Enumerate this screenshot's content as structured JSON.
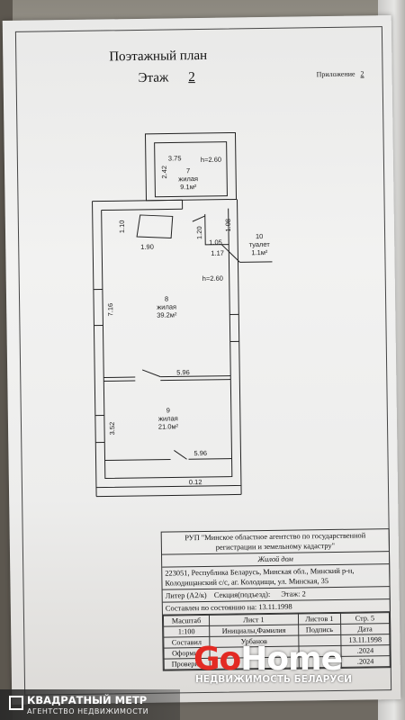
{
  "header": {
    "title": "Поэтажный план",
    "floor_label": "Этаж",
    "floor_value": "2",
    "appendix_label": "Приложение",
    "appendix_value": "2"
  },
  "rooms": [
    {
      "num": "7",
      "name": "жилая",
      "area": "9.1м²",
      "height": "h=2.60"
    },
    {
      "num": "8",
      "name": "жилая",
      "area": "39.2м²",
      "height": "h=2.60"
    },
    {
      "num": "9",
      "name": "жилая",
      "area": "21.0м²"
    },
    {
      "num": "10",
      "name": "туалет",
      "area": "1.1м²"
    }
  ],
  "dims": {
    "r7_w": "3.75",
    "r7_h": "2.42",
    "stair_h": "1.10",
    "stair_w": "1.90",
    "t_a": "1.20",
    "t_b": "1.08",
    "t_c": "1.05",
    "t_d": "1.17",
    "r8_h": "7.16",
    "r8_w": "5.96",
    "r9_h": "3.52",
    "r9_w": "5.96",
    "balcony": "0.12"
  },
  "stamp": {
    "org": "РУП \"Минское областное агентство по государственной регистрации и земельному кадастру\"",
    "object": "Жилой дом",
    "address": "223051, Республика Беларусь, Минская обл., Минский р-н, Колодищанский с/с, аг. Колодищи, ул. Минская, 35",
    "liter_label": "Литер",
    "liter_value": "(А2/к)",
    "section_label": "Секция(подъезд):",
    "floor_label": "Этаж:",
    "floor_value": "2",
    "state": "Составлен по состоянию на: 13.11.1998",
    "col_scale": "Масштаб",
    "col_sheet": "Лист",
    "sheet_value": "1",
    "col_sheets": "Листов",
    "sheets_value": "1",
    "col_page": "Стр.",
    "page_value": "5",
    "scale_value": "1:100",
    "col_name": "Инициалы,Фамилия",
    "col_sign": "Подпись",
    "col_date": "Дата",
    "row1_role": "Составил",
    "row1_name": "Урбанов",
    "row1_date": "13.11.1998",
    "row2_role": "Оформил",
    "row2_date": ".2024",
    "row3_role": "Проверил",
    "row3_date": ".2024"
  },
  "watermark": {
    "brand_go": "Go",
    "brand_home": "Home",
    "tagline": "НЕДВИЖИМОСТЬ БЕЛАРУСИ",
    "agency": "КВАДРАТНЫЙ МЕТР",
    "agency_sub": "АГЕНТСТВО НЕДВИЖИМОСТИ"
  },
  "colors": {
    "ink": "#222222",
    "brand_red": "#e32a23",
    "paper": "#f0f0ef"
  }
}
